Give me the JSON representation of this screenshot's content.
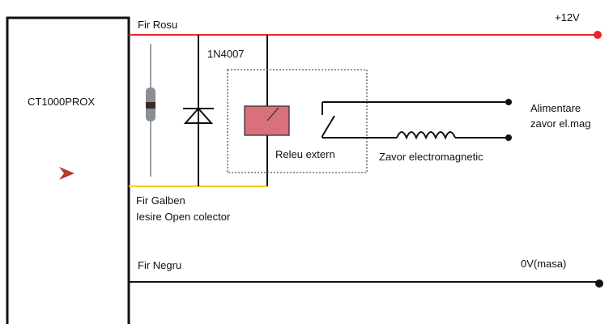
{
  "device": {
    "label": "CT1000PROX"
  },
  "wires": {
    "red": {
      "label": "Fir Rosu",
      "color": "#e8262b"
    },
    "yellow": {
      "label_line1": "Fir Galben",
      "label_line2": "Iesire Open colector",
      "color": "#f2d21a"
    },
    "black": {
      "label": "Fir Negru",
      "color": "#111111"
    }
  },
  "supply": {
    "positive": "+12V",
    "ground": "0V(masa)"
  },
  "diode": {
    "label": "1N4007"
  },
  "relay": {
    "label": "Releu extern",
    "coil_color": "#d9707a"
  },
  "lock": {
    "label": "Zavor electromagnetic"
  },
  "terminals": {
    "label_line1": "Alimentare",
    "label_line2": "zavor el.mag"
  },
  "colors": {
    "arrow": "#b23a2a",
    "diode_body": "#8a8f96",
    "diode_band": "#3a2a28"
  }
}
